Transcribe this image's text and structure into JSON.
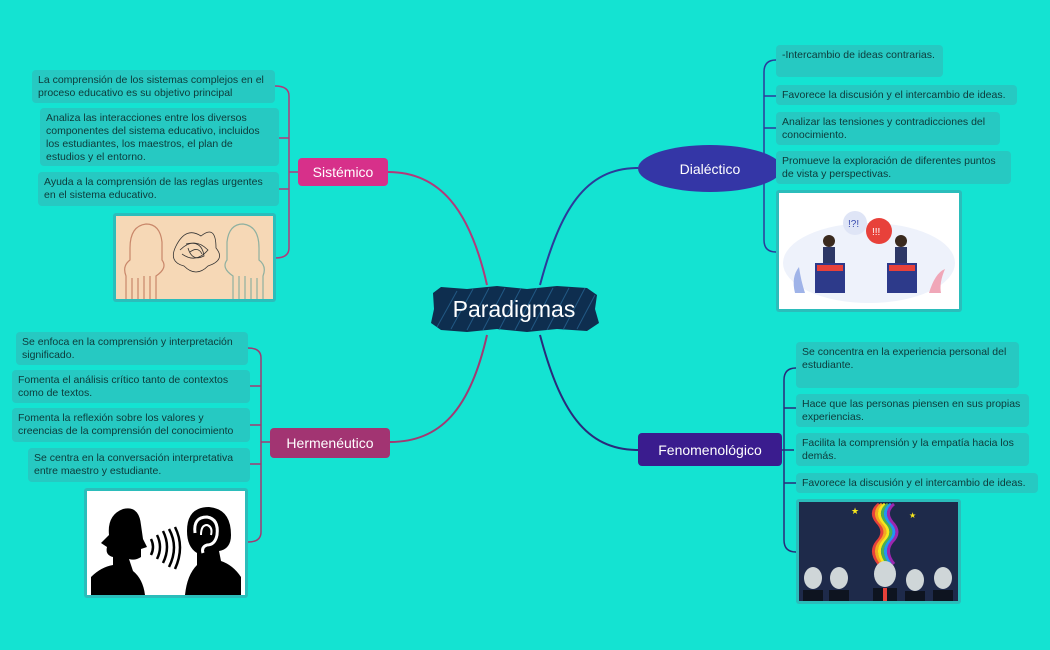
{
  "central": {
    "label": "Paradigmas",
    "color": "#0e2e4f"
  },
  "colors": {
    "background": "#14e3d2",
    "note_bg": "#26c9c2",
    "sistemico": "#d7308a",
    "hermeneutico": "#a23472",
    "dialectico": "#3436a6",
    "fenomenologico": "#3a1c8e"
  },
  "branches": {
    "sistemico": {
      "label": "Sistémico",
      "notes": [
        "La comprensión de los sistemas complejos en el proceso educativo es su objetivo principal",
        "Analiza las interacciones entre los diversos componentes del sistema educativo, incluidos los estudiantes, los maestros, el plan de estudios y el entorno.",
        "Ayuda a la comprensión de las reglas urgentes en el sistema educativo."
      ],
      "image": "two-heads-tangled-thoughts-illustration"
    },
    "hermeneutico": {
      "label": "Hermenéutico",
      "notes": [
        "Se enfoca en la comprensión y interpretación significado.",
        "Fomenta el análisis crítico tanto de contextos como de textos.",
        "Fomenta la reflexión sobre los valores y creencias de la comprensión del conocimiento",
        "Se centra en la conversación interpretativa entre maestro y estudiante."
      ],
      "image": "speaker-and-listener-silhouettes"
    },
    "dialectico": {
      "label": "Dialéctico",
      "notes": [
        "-Intercambio de ideas contrarias.",
        "Favorece la discusión y el intercambio de ideas.",
        "Analizar las tensiones y contradicciones del conocimiento.",
        "Promueve la exploración de diferentes puntos de vista y perspectivas."
      ],
      "image": "debate-podiums-illustration"
    },
    "fenomenologico": {
      "label": "Fenomenológico",
      "notes": [
        "Se concentra en la experiencia personal del estudiante.",
        "Hace que las personas piensen en sus propias experiencias.",
        "Facilita la comprensión y la empatía hacia los demás.",
        "Favorece la discusión y el intercambio de ideas."
      ],
      "image": "rainbow-thought-crowd-illustration"
    }
  }
}
